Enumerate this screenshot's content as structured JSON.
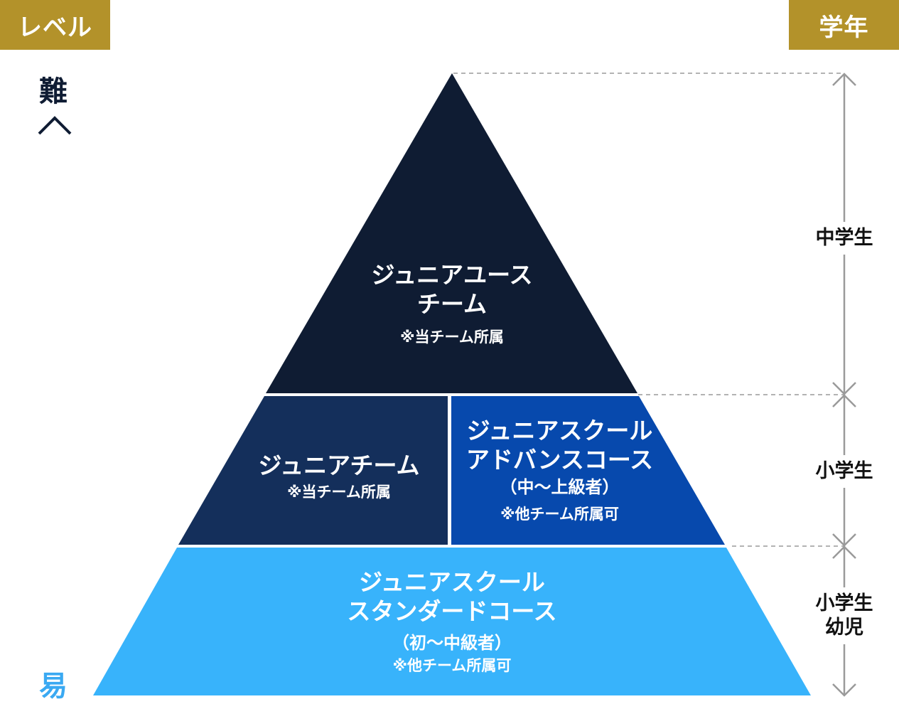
{
  "header": {
    "level_tag": "レベル",
    "grade_tag": "学年"
  },
  "axis": {
    "hard": "難",
    "easy": "易"
  },
  "tiers": {
    "top": {
      "title_line1": "ジュニアユース",
      "title_line2": "チーム",
      "note": "※当チーム所属",
      "color": "#0f1c33"
    },
    "middle_left": {
      "title": "ジュニアチーム",
      "note": "※当チーム所属",
      "color": "#142f5b"
    },
    "middle_right": {
      "title_line1": "ジュニアスクール",
      "title_line2": "アドバンスコース",
      "level": "（中〜上級者）",
      "note": "※他チーム所属可",
      "color": "#0749ad"
    },
    "bottom": {
      "title_line1": "ジュニアスクール",
      "title_line2": "スタンダードコース",
      "level": "（初〜中級者）",
      "note": "※他チーム所属可",
      "color": "#38b3fb"
    }
  },
  "grades": {
    "top": "中学生",
    "middle": "小学生",
    "bottom_line1": "小学生",
    "bottom_line2": "幼児"
  },
  "colors": {
    "gold": "#b3922a",
    "navy": "#0f1c33",
    "axis_top": "#0f1c33",
    "axis_bottom": "#3aa9f2"
  }
}
